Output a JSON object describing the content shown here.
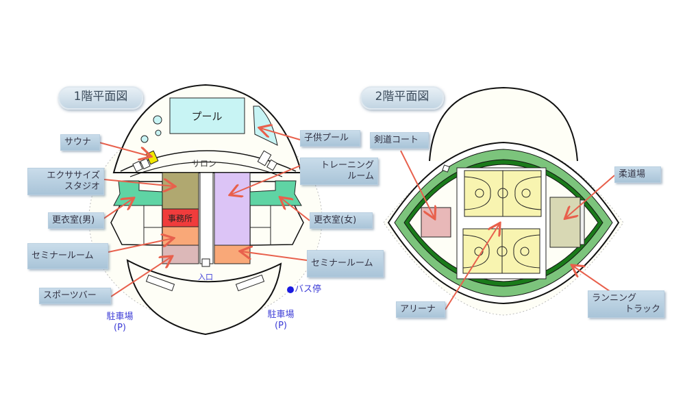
{
  "floor1": {
    "title": "1階平面図",
    "rooms": {
      "pool": "プール",
      "salon": "サロン",
      "office": "事務所",
      "entrance": "入口"
    },
    "labels": {
      "sauna": "サウナ",
      "exercise_line1": "エクササイズ",
      "exercise_line2": "スタジオ",
      "locker_men": "更衣室(男)",
      "seminar_left": "セミナールーム",
      "sports_bar": "スポーツバー",
      "kids_pool": "子供プール",
      "training_line1": "トレーニング",
      "training_line2": "ルーム",
      "locker_women": "更衣室(女)",
      "seminar_right": "セミナールーム"
    },
    "bus_stop": "バス停",
    "parking_left": {
      "line1": "駐車場",
      "line2": "(P)"
    },
    "parking_right": {
      "line1": "駐車場",
      "line2": "(P)"
    }
  },
  "floor2": {
    "title": "2階平面図",
    "labels": {
      "kendo": "剣道コート",
      "judo": "柔道場",
      "arena": "アリーナ",
      "track_line1": "ランニング",
      "track_line2": "トラック"
    }
  },
  "colors": {
    "arrow": "#e8604c",
    "pool": "#c8f4f4",
    "office": "#f03c3c",
    "seminar": "#f9a878",
    "training": "#dcc4f6",
    "exercise": "#b0a870",
    "bar": "#dcb8b8",
    "locker": "#5fd4a4",
    "track": "#7cc47c",
    "track_dark": "#1a7a1a",
    "court": "#f8f4b0",
    "judo": "#d8d8b4",
    "kendo": "#e8b8b8",
    "bus_dot": "#1a1ae0"
  }
}
